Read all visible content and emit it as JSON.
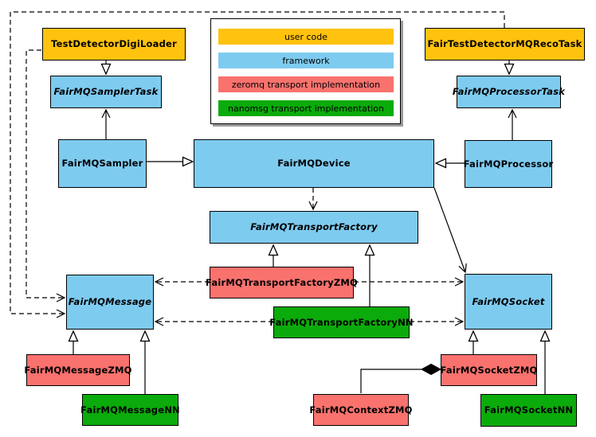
{
  "colors": {
    "user_code": "#FFC20E",
    "framework": "#7ECBF0",
    "zeromq": "#F9726E",
    "nanomsg": "#0BAB0B",
    "line": "#000000",
    "background": "#FFFFFF",
    "legend_shadow": "#9A9A9A"
  },
  "legend": {
    "items": [
      {
        "label": "user code",
        "color": "#FFC20E"
      },
      {
        "label": "framework",
        "color": "#7ECBF0"
      },
      {
        "label": "zeromq transport implementation",
        "color": "#F9726E"
      },
      {
        "label": "nanomsg transport implementation",
        "color": "#0BAB0B"
      }
    ]
  },
  "nodes": {
    "digiloader": {
      "label": "TestDetectorDigiLoader",
      "category": "user code",
      "abstract": false
    },
    "recotask": {
      "label": "FairTestDetectorMQRecoTask",
      "category": "user code",
      "abstract": false
    },
    "samplertask": {
      "label": "FairMQSamplerTask",
      "category": "framework",
      "abstract": true
    },
    "processortask": {
      "label": "FairMQProcessorTask",
      "category": "framework",
      "abstract": true
    },
    "sampler": {
      "label": "FairMQSampler",
      "category": "framework",
      "abstract": false
    },
    "device": {
      "label": "FairMQDevice",
      "category": "framework",
      "abstract": false
    },
    "processor": {
      "label": "FairMQProcessor",
      "category": "framework",
      "abstract": false
    },
    "transportfactory": {
      "label": "FairMQTransportFactory",
      "category": "framework",
      "abstract": true
    },
    "tfzmq": {
      "label": "FairMQTransportFactoryZMQ",
      "category": "zeromq transport implementation",
      "abstract": false
    },
    "tfnn": {
      "label": "FairMQTransportFactoryNN",
      "category": "nanomsg transport implementation",
      "abstract": false
    },
    "message": {
      "label": "FairMQMessage",
      "category": "framework",
      "abstract": true
    },
    "socket": {
      "label": "FairMQSocket",
      "category": "framework",
      "abstract": true
    },
    "messagezmq": {
      "label": "FairMQMessageZMQ",
      "category": "zeromq transport implementation",
      "abstract": false
    },
    "messagenn": {
      "label": "FairMQMessageNN",
      "category": "nanomsg transport implementation",
      "abstract": false
    },
    "socketzmq": {
      "label": "FairMQSocketZMQ",
      "category": "zeromq transport implementation",
      "abstract": false
    },
    "socketnn": {
      "label": "FairMQSocketNN",
      "category": "nanomsg transport implementation",
      "abstract": false
    },
    "contextzmq": {
      "label": "FairMQContextZMQ",
      "category": "zeromq transport implementation",
      "abstract": false
    }
  },
  "edges": [
    {
      "from": "TestDetectorDigiLoader",
      "to": "FairMQSamplerTask",
      "type": "inheritance"
    },
    {
      "from": "FairTestDetectorMQRecoTask",
      "to": "FairMQProcessorTask",
      "type": "inheritance"
    },
    {
      "from": "FairMQSampler",
      "to": "FairMQDevice",
      "type": "inheritance"
    },
    {
      "from": "FairMQProcessor",
      "to": "FairMQDevice",
      "type": "inheritance"
    },
    {
      "from": "FairMQSampler",
      "to": "FairMQSamplerTask",
      "type": "association"
    },
    {
      "from": "FairMQProcessor",
      "to": "FairMQProcessorTask",
      "type": "association"
    },
    {
      "from": "FairMQDevice",
      "to": "FairMQTransportFactory",
      "type": "dependency"
    },
    {
      "from": "FairMQDevice",
      "to": "FairMQSocket",
      "type": "association"
    },
    {
      "from": "FairMQTransportFactoryZMQ",
      "to": "FairMQTransportFactory",
      "type": "inheritance"
    },
    {
      "from": "FairMQTransportFactoryNN",
      "to": "FairMQTransportFactory",
      "type": "inheritance"
    },
    {
      "from": "FairMQTransportFactoryZMQ",
      "to": "FairMQMessage",
      "type": "dependency"
    },
    {
      "from": "FairMQTransportFactoryZMQ",
      "to": "FairMQSocket",
      "type": "dependency"
    },
    {
      "from": "FairMQTransportFactoryNN",
      "to": "FairMQMessage",
      "type": "dependency"
    },
    {
      "from": "FairMQTransportFactoryNN",
      "to": "FairMQSocket",
      "type": "dependency"
    },
    {
      "from": "TestDetectorDigiLoader",
      "to": "FairMQMessage",
      "type": "dependency"
    },
    {
      "from": "FairTestDetectorMQRecoTask",
      "to": "FairMQMessage",
      "type": "dependency"
    },
    {
      "from": "FairMQMessageZMQ",
      "to": "FairMQMessage",
      "type": "inheritance"
    },
    {
      "from": "FairMQMessageNN",
      "to": "FairMQMessage",
      "type": "inheritance"
    },
    {
      "from": "FairMQSocketZMQ",
      "to": "FairMQSocket",
      "type": "inheritance"
    },
    {
      "from": "FairMQSocketNN",
      "to": "FairMQSocket",
      "type": "inheritance"
    },
    {
      "from": "FairMQSocketZMQ",
      "to": "FairMQContextZMQ",
      "type": "composition"
    }
  ]
}
